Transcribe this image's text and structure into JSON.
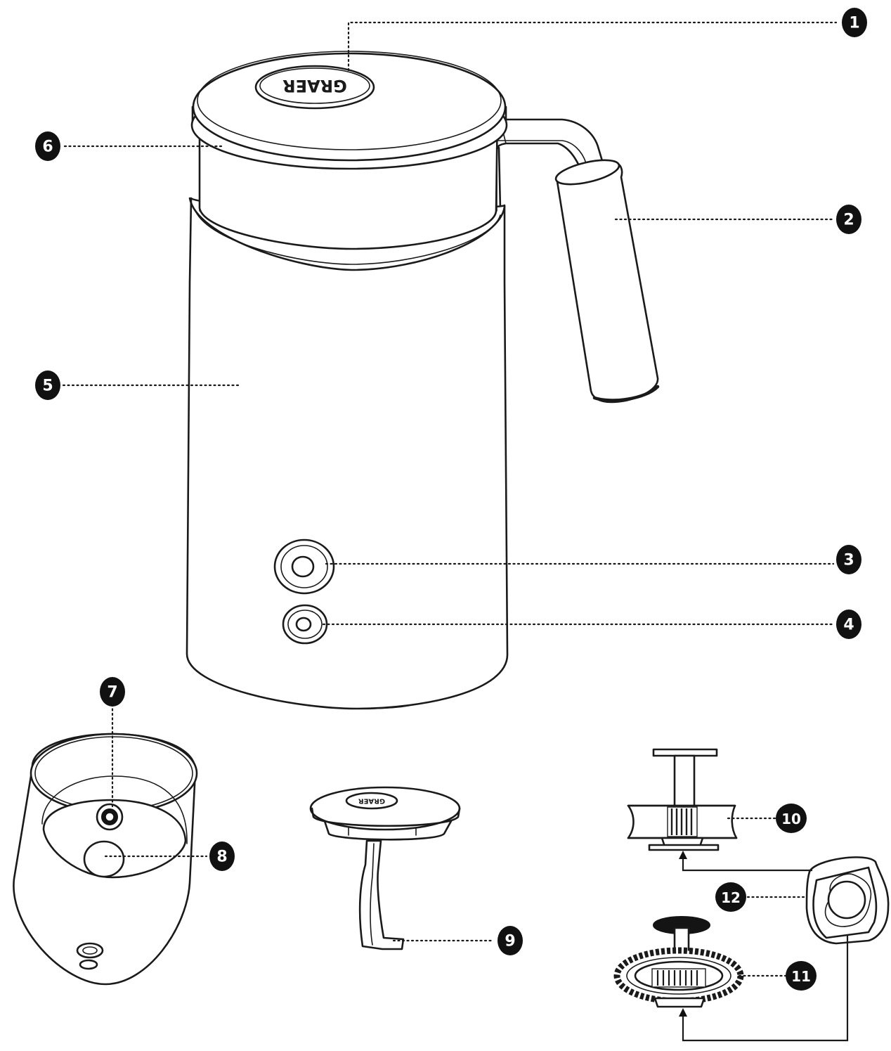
{
  "diagram": {
    "logo_text": "GRAER",
    "callouts": [
      {
        "id": "1",
        "label": "1"
      },
      {
        "id": "2",
        "label": "2"
      },
      {
        "id": "3",
        "label": "3"
      },
      {
        "id": "4",
        "label": "4"
      },
      {
        "id": "5",
        "label": "5"
      },
      {
        "id": "6",
        "label": "6"
      },
      {
        "id": "7",
        "label": "7"
      },
      {
        "id": "8",
        "label": "8"
      },
      {
        "id": "9",
        "label": "9"
      },
      {
        "id": "10",
        "label": "10"
      },
      {
        "id": "11",
        "label": "11"
      },
      {
        "id": "12",
        "label": "12"
      }
    ]
  }
}
